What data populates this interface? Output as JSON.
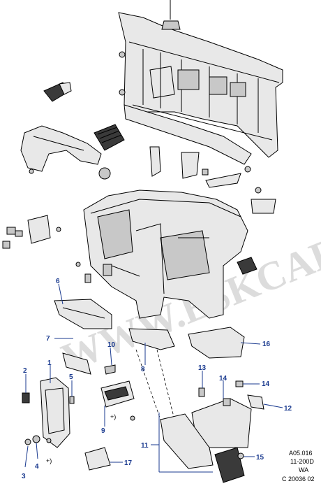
{
  "watermark": "WWW.ESKCARS.RU",
  "callouts": [
    {
      "id": "1",
      "label": "1"
    },
    {
      "id": "2",
      "label": "2"
    },
    {
      "id": "3",
      "label": "3"
    },
    {
      "id": "4",
      "label": "4"
    },
    {
      "id": "5",
      "label": "5"
    },
    {
      "id": "6",
      "label": "6"
    },
    {
      "id": "7",
      "label": "7"
    },
    {
      "id": "8",
      "label": "8"
    },
    {
      "id": "9",
      "label": "9"
    },
    {
      "id": "10",
      "label": "10"
    },
    {
      "id": "11",
      "label": "11"
    },
    {
      "id": "12",
      "label": "12"
    },
    {
      "id": "13",
      "label": "13"
    },
    {
      "id": "14a",
      "label": "14"
    },
    {
      "id": "14b",
      "label": "14"
    },
    {
      "id": "15",
      "label": "15"
    },
    {
      "id": "16",
      "label": "16"
    },
    {
      "id": "17",
      "label": "17"
    }
  ],
  "plus_marks": [
    "+)",
    "+)"
  ],
  "reference": {
    "line1": "A05.016",
    "line2": "11-200D",
    "line3": "WA",
    "line4": "C 20036 02"
  }
}
